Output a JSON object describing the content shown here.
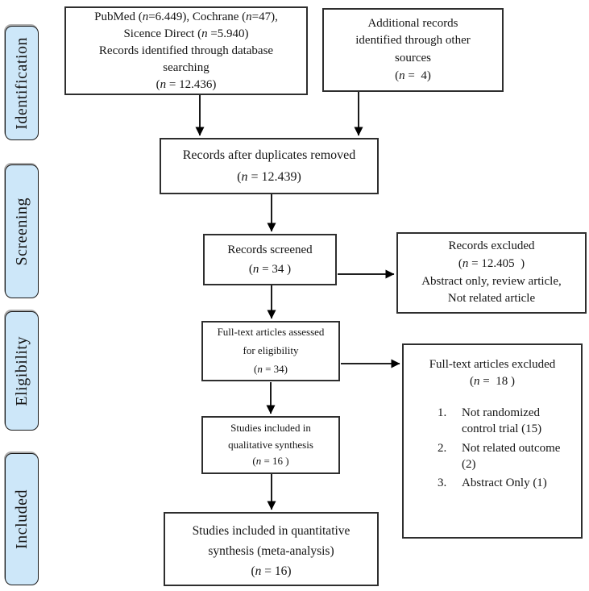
{
  "figure": {
    "kind": "PRISMA flow diagram",
    "background_color": "#ffffff",
    "stage_tab_fill": "#cde7f9",
    "box_border_color": "#2e2e2e",
    "arrow_color": "#000000"
  },
  "stages": [
    {
      "label": "Identification"
    },
    {
      "label": "Screening"
    },
    {
      "label": "Eligibility"
    },
    {
      "label": "Included"
    }
  ],
  "boxes": {
    "database": {
      "lines": [
        "PubMed (n=6.449), Cochrane (n=47),",
        "Sicence Direct (n =5.940)",
        "Records identified through database",
        "searching",
        "(n = 12.436)"
      ]
    },
    "additional": {
      "lines": [
        "Additional records",
        "identified through other",
        "sources",
        "(n =  4)"
      ]
    },
    "duplicates": {
      "lines": [
        "Records after duplicates removed",
        "(n = 12.439)"
      ]
    },
    "screened": {
      "lines": [
        "Records screened",
        "(n = 34 )"
      ]
    },
    "records_excluded": {
      "lines": [
        "Records excluded",
        "(n = 12.405  )",
        "Abstract only, review article,",
        "Not related article"
      ]
    },
    "fulltext_assessed": {
      "lines": [
        "Full-text articles assessed",
        "for eligibility",
        "(n = 34)"
      ]
    },
    "fulltext_excluded": {
      "title_lines": [
        "Full-text articles excluded",
        "(n =  18 )"
      ],
      "reasons": [
        "Not randomized control trial (15)",
        "Not related outcome (2)",
        "Abstract Only (1)"
      ]
    },
    "qualitative": {
      "lines": [
        "Studies included in",
        "qualitative synthesis",
        "(n = 16 )"
      ]
    },
    "quantitative": {
      "lines": [
        "Studies included in quantitative",
        "synthesis (meta-analysis)",
        "(n = 16)"
      ]
    }
  }
}
